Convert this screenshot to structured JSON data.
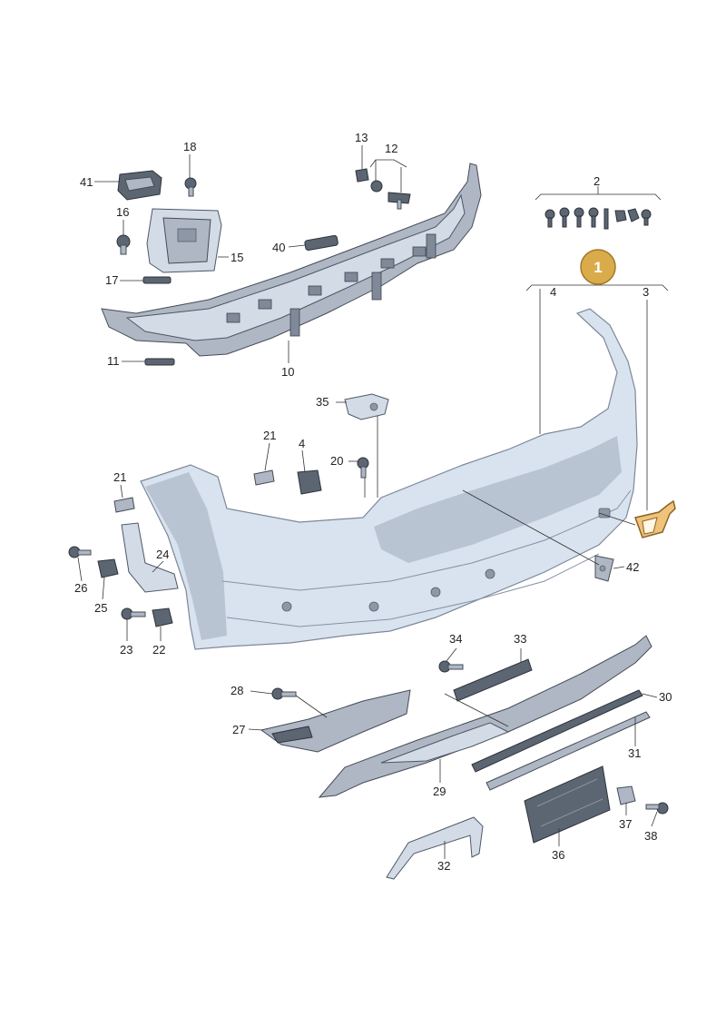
{
  "badge": {
    "label": "1",
    "color": "#d9ab4a"
  },
  "callouts": {
    "c1": "1",
    "c2": "2",
    "c3": "3",
    "c4": "4",
    "c4b": "4",
    "c10": "10",
    "c11": "11",
    "c12": "12",
    "c13": "13",
    "c15": "15",
    "c16": "16",
    "c17": "17",
    "c18": "18",
    "c20": "20",
    "c21a": "21",
    "c21b": "21",
    "c22": "22",
    "c23": "23",
    "c24": "24",
    "c25": "25",
    "c26": "26",
    "c27": "27",
    "c28": "28",
    "c29": "29",
    "c30": "30",
    "c31": "31",
    "c32": "32",
    "c33": "33",
    "c34": "34",
    "c35": "35",
    "c36": "36",
    "c37": "37",
    "c38": "38",
    "c40": "40",
    "c41": "41",
    "c42": "42"
  },
  "colors": {
    "bumper": "#d9e2ef",
    "highlight": "#f0c27a",
    "lines": "#333333"
  }
}
